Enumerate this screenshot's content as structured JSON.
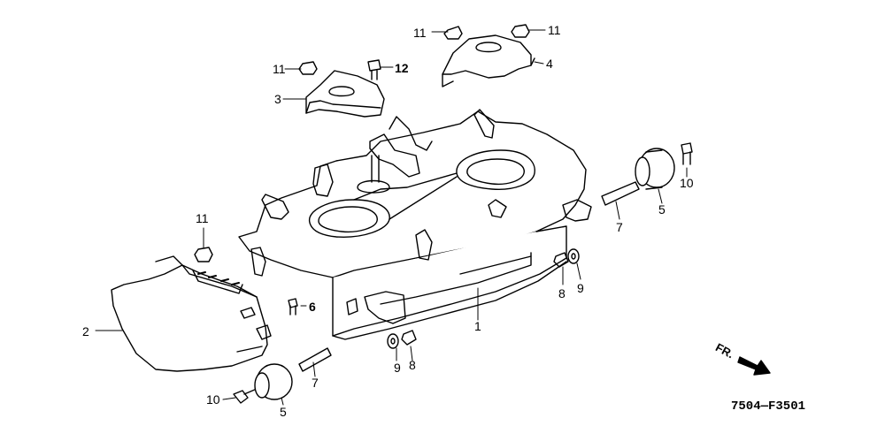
{
  "diagram": {
    "callouts": [
      {
        "id": "c11a",
        "label": "11"
      },
      {
        "id": "c11b",
        "label": "11"
      },
      {
        "id": "c4",
        "label": "4"
      },
      {
        "id": "c11c",
        "label": "11"
      },
      {
        "id": "c12",
        "label": "12"
      },
      {
        "id": "c3",
        "label": "3"
      },
      {
        "id": "c10a",
        "label": "10"
      },
      {
        "id": "c5a",
        "label": "5"
      },
      {
        "id": "c7a",
        "label": "7"
      },
      {
        "id": "c11d",
        "label": "11"
      },
      {
        "id": "c8a",
        "label": "8"
      },
      {
        "id": "c9a",
        "label": "9"
      },
      {
        "id": "c6",
        "label": "6"
      },
      {
        "id": "c1",
        "label": "1"
      },
      {
        "id": "c2",
        "label": "2"
      },
      {
        "id": "c9b",
        "label": "9"
      },
      {
        "id": "c8b",
        "label": "8"
      },
      {
        "id": "c7b",
        "label": "7"
      },
      {
        "id": "c10b",
        "label": "10"
      },
      {
        "id": "c5b",
        "label": "5"
      }
    ],
    "front_indicator": "FR.",
    "figure_code": "7504—F3501"
  }
}
